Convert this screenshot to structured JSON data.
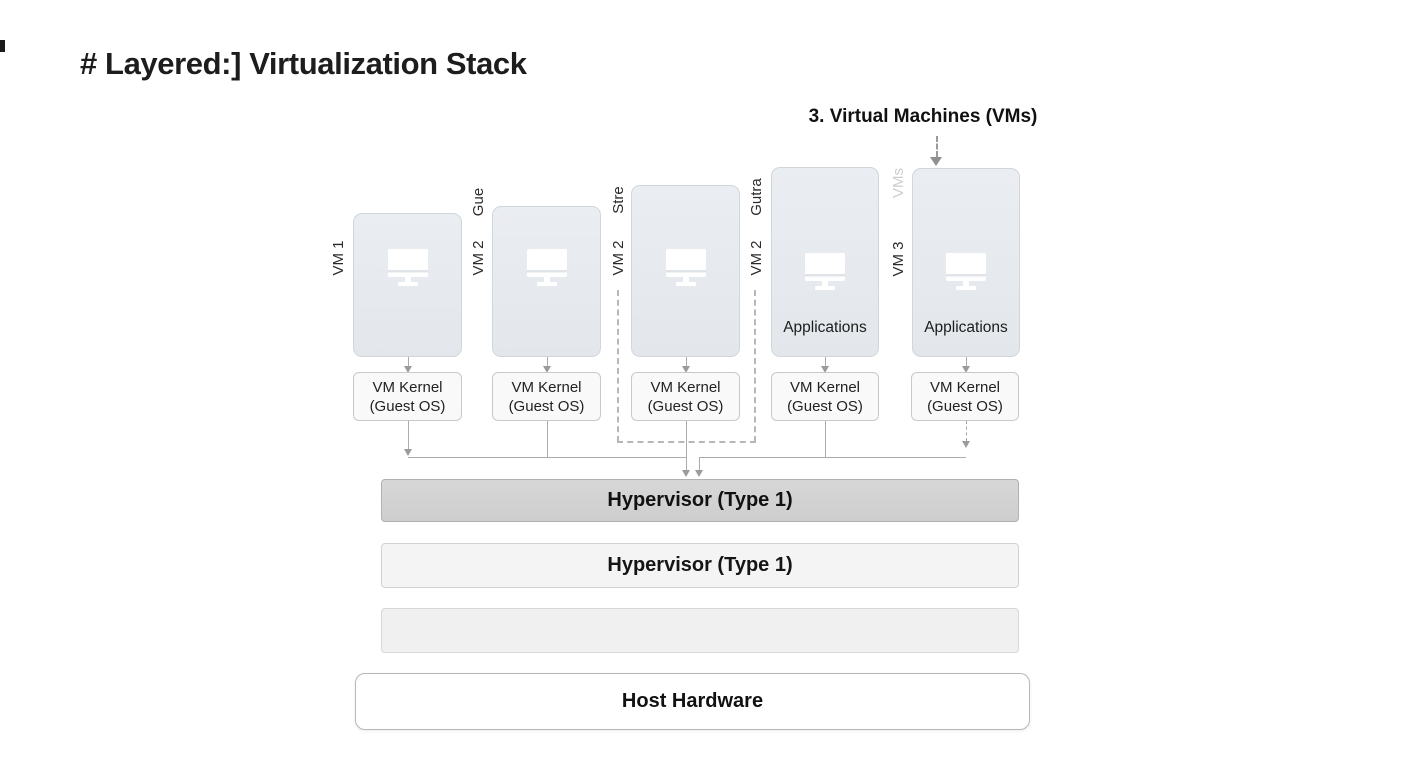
{
  "title": "# Layered:] Virtualization Stack",
  "vms_section": {
    "label": "3. Virtual Machines (VMs)"
  },
  "vms": [
    {
      "top_label": "",
      "side_label": "VM 1",
      "app_label": ""
    },
    {
      "top_label": "Gue",
      "side_label": "VM 2",
      "app_label": ""
    },
    {
      "top_label": "Stre",
      "side_label": "VM 2",
      "app_label": ""
    },
    {
      "top_label": "Gutra",
      "side_label": "VM 2",
      "app_label": "Applications"
    },
    {
      "top_label": "VMs",
      "side_label": "VM 3",
      "app_label": "Applications"
    }
  ],
  "kernel_box": {
    "line1": "VM Kernel",
    "line2": "(Guest OS)"
  },
  "layers": [
    {
      "label": "Hypervisor (Type 1)"
    },
    {
      "label": "Hypervisor (Type 1)"
    },
    {
      "label": ""
    },
    {
      "label": "Host Hardware"
    }
  ],
  "colors": {
    "background": "#ffffff",
    "vm_box_fill": "#e8ebef",
    "kernel_box_fill": "#f9f9f9",
    "hypervisor_primary_fill": "#d2d2d2",
    "hypervisor_secondary_fill": "#f4f4f4",
    "blank_layer_fill": "#f0f0f0",
    "host_fill": "#ffffff",
    "connector": "#ababab",
    "dashed_separator": "#b7b7b7",
    "text": "#1a1a1a",
    "faint_label": "#cbcdd0"
  }
}
